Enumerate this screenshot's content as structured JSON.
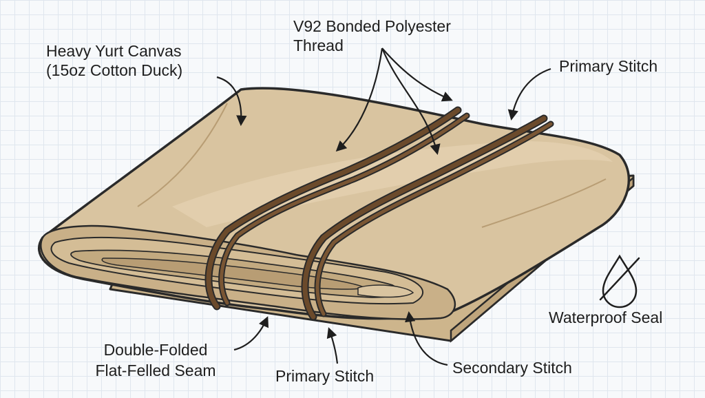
{
  "labels": {
    "canvas_line1": "Heavy Yurt Canvas",
    "canvas_line2": "(15oz Cotton Duck)",
    "thread_line1": "V92 Bonded Polyester",
    "thread_line2": "Thread",
    "primary_stitch_top": "Primary Stitch",
    "waterproof_seal": "Waterproof Seal",
    "seam_line1": "Double-Folded",
    "seam_line2": "Flat-Felled Seam",
    "primary_stitch_bottom": "Primary Stitch",
    "secondary_stitch": "Secondary Stitch"
  },
  "icons": {
    "waterproof": "no-water-drop-icon"
  },
  "colors": {
    "canvas": "#d9c4a0",
    "canvas_dark": "#c2a980",
    "thread": "#6b4a2b",
    "outline": "#2a2a2a"
  }
}
